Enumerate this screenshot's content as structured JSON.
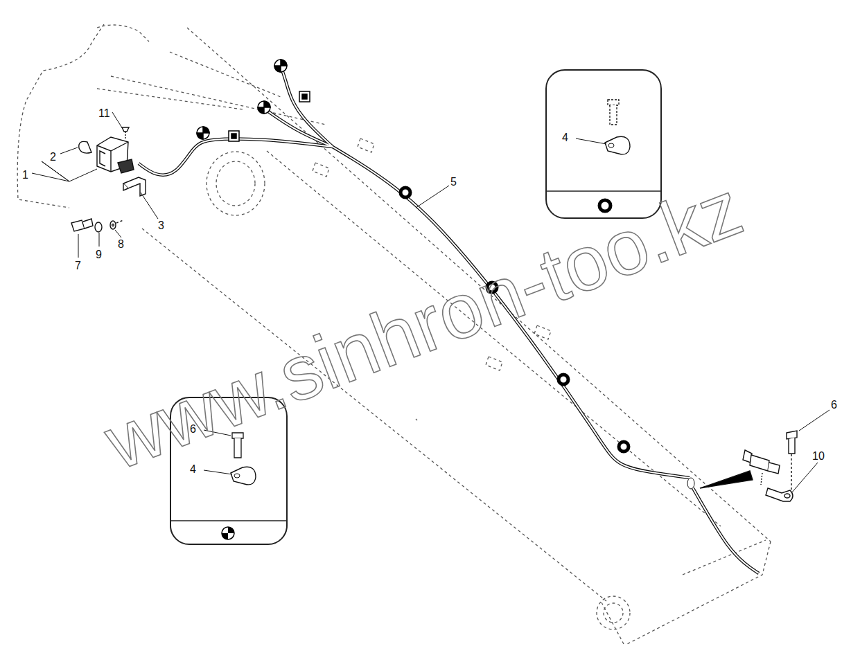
{
  "diagram": {
    "nodes": [
      {
        "text": [
          "4"
        ]
      },
      {
        "text": [
          "6",
          "4"
        ]
      }
    ],
    "labels": [
      "11",
      "2",
      "1",
      "3",
      "7",
      "9",
      "8",
      "5",
      "6",
      "10",
      "www.sinhron-too.kz"
    ]
  }
}
